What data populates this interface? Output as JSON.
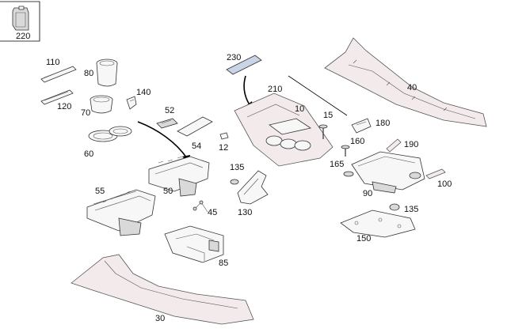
{
  "diagram": {
    "parts": [
      {
        "key": "p220",
        "label": "220",
        "icon": "clip-icon"
      },
      {
        "key": "p110",
        "label": "110",
        "icon": "trim-strip-icon"
      },
      {
        "key": "p120",
        "label": "120",
        "icon": "trim-strip-icon"
      },
      {
        "key": "p80",
        "label": "80",
        "icon": "cup-insert-icon"
      },
      {
        "key": "p70",
        "label": "70",
        "icon": "cup-ring-icon"
      },
      {
        "key": "p140",
        "label": "140",
        "icon": "clip-icon"
      },
      {
        "key": "p60",
        "label": "60",
        "icon": "cup-holder-ring-icon"
      },
      {
        "key": "p52",
        "label": "52",
        "icon": "switch-icon"
      },
      {
        "key": "p54",
        "label": "54",
        "icon": "cover-icon"
      },
      {
        "key": "p12",
        "label": "12",
        "icon": "clip-icon"
      },
      {
        "key": "p50",
        "label": "50",
        "icon": "control-unit-icon"
      },
      {
        "key": "p55",
        "label": "55",
        "icon": "control-unit-icon"
      },
      {
        "key": "p45",
        "label": "45",
        "icon": "cable-icon"
      },
      {
        "key": "p85",
        "label": "85",
        "icon": "bracket-icon"
      },
      {
        "key": "p30",
        "label": "30",
        "icon": "floor-trim-icon"
      },
      {
        "key": "p230",
        "label": "230",
        "icon": "pad-icon"
      },
      {
        "key": "p210",
        "label": "210",
        "icon": "line-icon"
      },
      {
        "key": "p10",
        "label": "10",
        "icon": "console-trim-icon"
      },
      {
        "key": "p15",
        "label": "15",
        "icon": "screw-icon"
      },
      {
        "key": "p40",
        "label": "40",
        "icon": "side-trim-icon"
      },
      {
        "key": "p180",
        "label": "180",
        "icon": "clip-icon"
      },
      {
        "key": "p160",
        "label": "160",
        "icon": "screw-icon"
      },
      {
        "key": "p190",
        "label": "190",
        "icon": "pad-icon"
      },
      {
        "key": "p165",
        "label": "165",
        "icon": "nut-icon"
      },
      {
        "key": "p90",
        "label": "90",
        "icon": "console-housing-icon"
      },
      {
        "key": "p100",
        "label": "100",
        "icon": "pad-icon"
      },
      {
        "key": "p135a",
        "label": "135",
        "icon": "nut-icon"
      },
      {
        "key": "p130",
        "label": "130",
        "icon": "bracket-icon"
      },
      {
        "key": "p135b",
        "label": "135",
        "icon": "nut-icon"
      },
      {
        "key": "p150",
        "label": "150",
        "icon": "mounting-plate-icon"
      }
    ]
  }
}
